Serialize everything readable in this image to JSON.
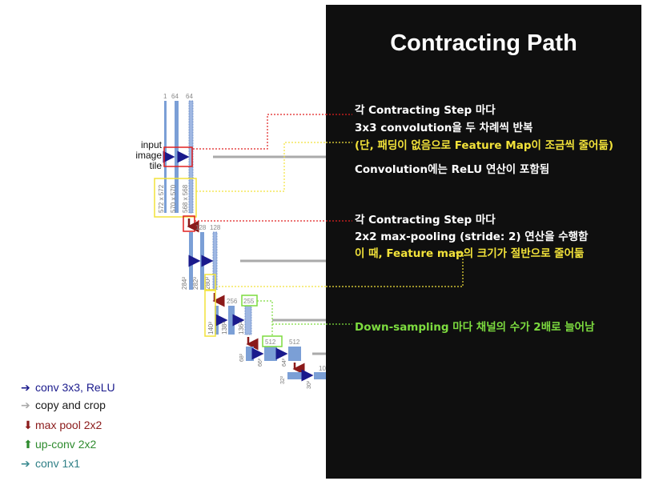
{
  "title": "Contracting Path",
  "notes": {
    "conv_line1": "각 Contracting Step 마다",
    "conv_line2": "3x3 convolution을 두 차례씩 반복",
    "conv_line3": "(단, 패딩이 없음으로 Feature Map이 조금씩 줄어듦)",
    "conv_line4": "Convolution에는 ReLU 연산이 포함됨",
    "pool_line1": "각 Contracting Step 마다",
    "pool_line2": "2x2 max-pooling (stride: 2) 연산을 수행함",
    "pool_line3": "이 때, Feature map의 크기가 절반으로 줄어듦",
    "down_line": "Down-sampling 마다 채널의 수가 2배로 늘어남"
  },
  "diagram": {
    "input_label": [
      "input",
      "image",
      "tile"
    ],
    "channels_top": [
      "1",
      "64",
      "64"
    ],
    "sizes_level1": [
      "572 x 572",
      "570 x 570",
      "568 x 568"
    ],
    "channels_level2": [
      "128",
      "128"
    ],
    "sizes_level2": [
      "284²",
      "282²",
      "280²"
    ],
    "channels_level3": [
      "256",
      "255"
    ],
    "sizes_level3": [
      "140²",
      "138²",
      "136²"
    ],
    "channels_level4": [
      "512",
      "512"
    ],
    "sizes_level4": [
      "68²",
      "66²",
      "64²"
    ],
    "channels_level5": [
      "10"
    ],
    "sizes_level5": [
      "32²",
      "30²"
    ]
  },
  "legend": [
    {
      "label": "conv 3x3, ReLU",
      "color": "#1a1a8c"
    },
    {
      "label": "copy and crop",
      "color": "#1a1a1a"
    },
    {
      "label": "max pool 2x2",
      "color": "#8b1a1a"
    },
    {
      "label": "up-conv 2x2",
      "color": "#2e8b2e"
    },
    {
      "label": "conv 1x1",
      "color": "#2f7f86"
    }
  ],
  "colors": {
    "conv_arrow": "#1a1a8c",
    "copy_arrow": "#aaaaaa",
    "pool_arrow": "#8b1a1a",
    "upconv_arrow": "#2e8b2e",
    "conv1x1_arrow": "#3a8a90",
    "feature_map": "#7b9fd6",
    "panel": "#0f0f0f",
    "highlight_red": "#e02020",
    "highlight_yellow": "#f2e23a",
    "highlight_green": "#7ddc3f"
  }
}
